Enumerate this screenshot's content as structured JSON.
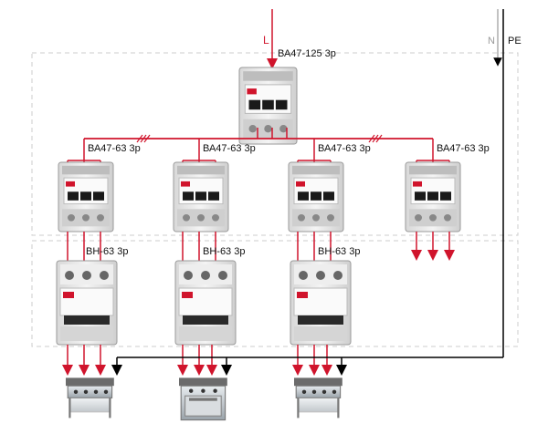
{
  "labels": {
    "phase": "L",
    "neutral": "N",
    "pe": "PE",
    "main_breaker": "ВА47-125 3р",
    "branch_breaker_1": "ВА47-63 3р",
    "branch_breaker_2": "ВА47-63 3р",
    "branch_breaker_3": "ВА47-63 3р",
    "branch_breaker_4": "ВА47-63 3р",
    "switch_1": "ВН-63 3р",
    "switch_2": "ВН-63 3р",
    "switch_3": "ВН-63 3р"
  },
  "icons": {
    "breaker": "circuit-breaker-icon",
    "switch": "load-switch-icon",
    "stove": "electric-stove-icon",
    "oven": "electric-oven-icon"
  },
  "colors": {
    "phase_wire": "#d0142c",
    "neutral_wire": "#000000",
    "dashed_frame": "#cccccc",
    "device_body": "#eeeeee"
  }
}
